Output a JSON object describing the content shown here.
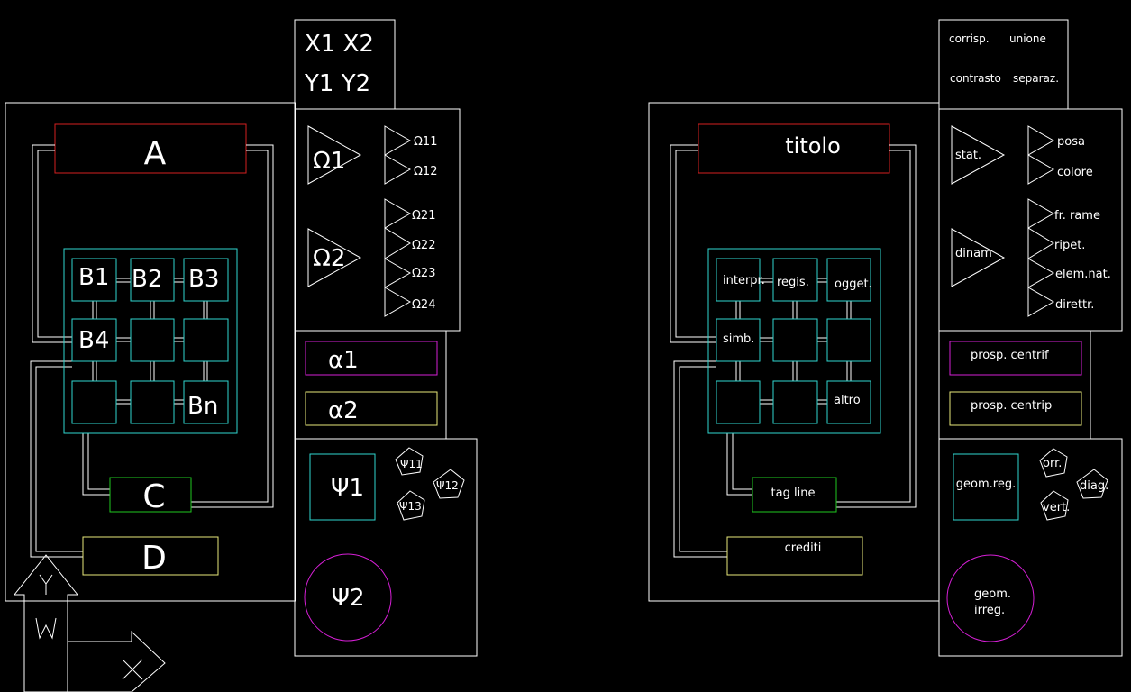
{
  "left": {
    "coords": [
      "X1 X2",
      "Y1 Y2"
    ],
    "a": "A",
    "b_cells": [
      "B1",
      "B2",
      "B3",
      "B4",
      "",
      "",
      "",
      "",
      "Bn"
    ],
    "c": "C",
    "d": "D",
    "omega1": "Ω1",
    "omega1_sub": [
      "Ω11",
      "Ω12"
    ],
    "omega2": "Ω2",
    "omega2_sub": [
      "Ω21",
      "Ω22",
      "Ω23",
      "Ω24"
    ],
    "alpha": [
      "α1",
      "α2"
    ],
    "psi1": "Ψ1",
    "psi1_sub": [
      "Ψ11",
      "Ψ12",
      "Ψ13"
    ],
    "psi2": "Ψ2"
  },
  "right": {
    "top_labels": [
      "corrisp.",
      "unione",
      "contrasto",
      "separaz."
    ],
    "title": "titolo",
    "cells": [
      "interpr.",
      "regis.",
      "ogget.",
      "simb.",
      "",
      "",
      "",
      "",
      "altro"
    ],
    "tag_line": "tag line",
    "credits": "crediti",
    "stat": "stat.",
    "stat_sub": [
      "posa",
      "colore"
    ],
    "dinam": "dinam",
    "dinam_sub": [
      "fr. rame",
      "ripet.",
      "elem.nat.",
      "direttr."
    ],
    "prosp": [
      "prosp. centrif",
      "prosp. centrip"
    ],
    "geom_reg": "geom.reg.",
    "geom_sub": [
      "orr.",
      "diag.",
      "vert."
    ],
    "geom_irreg": [
      "geom.",
      "irreg."
    ]
  },
  "ucs": {
    "x_label": "X",
    "y_label": "Y",
    "w_label": "W"
  },
  "colors": {
    "background": "#000000",
    "line": "#ffffff",
    "cyan": "#2fd6cf",
    "red": "#d51f1f",
    "green": "#1fc71f",
    "yellow": "#e8e87a",
    "magenta": "#d51fd5"
  }
}
